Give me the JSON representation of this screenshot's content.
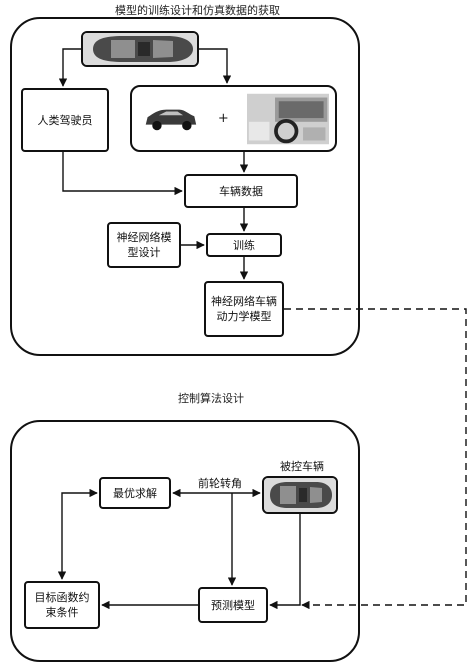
{
  "top_section": {
    "title": "模型的训练设计和仿真数据的获取",
    "human_driver": "人类驾驶员",
    "plus": "+",
    "vehicle_data": "车辆数据",
    "nn_model_design": "神经网络模型设计",
    "training": "训练",
    "nn_vehicle_dynamics_model": "神经网络车辆动力学模型"
  },
  "bottom_section": {
    "title": "控制算法设计",
    "controlled_vehicle": "被控车辆",
    "front_wheel_angle": "前轮转角",
    "optimal_solution": "最优求解",
    "objective_constraints": "目标函数约束条件",
    "predictive_model": "预测模型"
  }
}
